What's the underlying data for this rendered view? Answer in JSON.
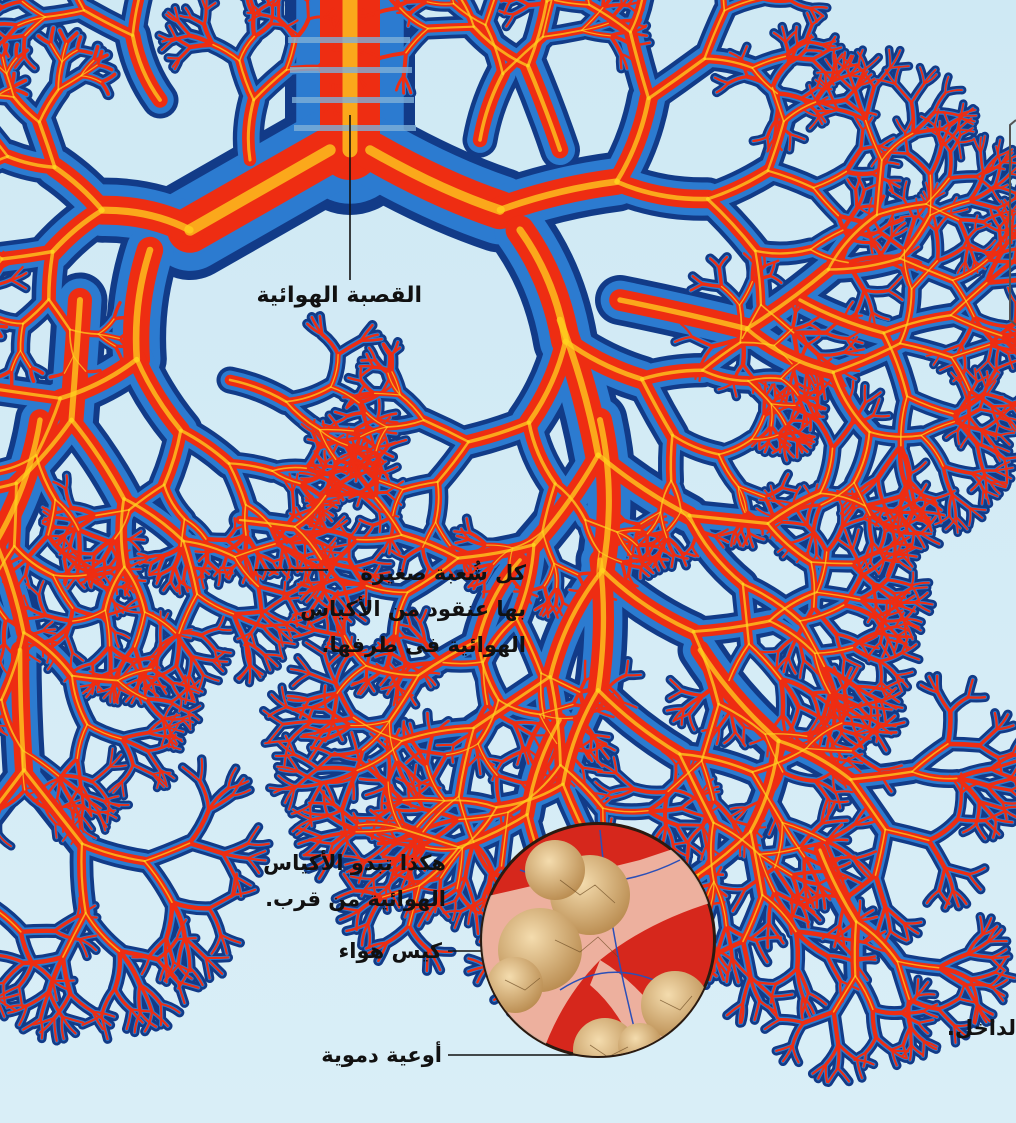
{
  "labels": {
    "trachea": "القصبة الهوائية",
    "bronchiole": [
      "كل شُعبة صغيرة",
      "بها عنقود من الأكياس",
      "الهوائية فى طرفها."
    ],
    "closeup": [
      "هكذا تبدو الأكياس",
      "الهوائية من قرب."
    ],
    "air_sac": "كيس هواء",
    "blood_vessels": "أوعية دموية",
    "cut_text": "لداخل."
  },
  "colors": {
    "background": "#c6e4f0",
    "outer_edge": "#123b88",
    "blue_body": "#2c7bd0",
    "red_core": "#ee2d12",
    "yellow_highlight": "#ffd21f",
    "inset_red": "#d6271c",
    "sac_tan": "#d8b37a"
  }
}
